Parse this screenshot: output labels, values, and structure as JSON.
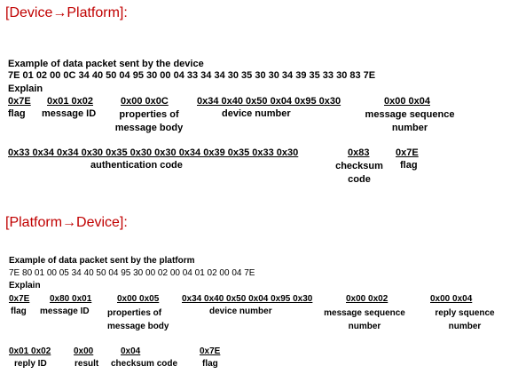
{
  "section1": {
    "title": "[Device→Platform]:",
    "intro": "Example of data packet sent by the device",
    "packet_lead": "7",
    "packet_lead_bold": "E",
    "packet_mid": " 01 02 00 0",
    "packet_mid_bold": "C",
    "packet_rest": " 34 40 50 04 95 30 00 04 33 34 34 30 35 30 30 34 39 35 33 30 83 7",
    "packet_tail_bold": "E",
    "explain": "Explain",
    "fields": [
      {
        "hex": "0x7E",
        "desc": "flag"
      },
      {
        "hex": "0x01 0x02",
        "desc": "message ID"
      },
      {
        "hex": "0x00 0x0C",
        "desc": "properties of message body"
      },
      {
        "hex": "0x34 0x40 0x50 0x04 0x95 0x30",
        "desc": "device number"
      },
      {
        "hex": "0x00 0x04",
        "desc": "message sequence number"
      }
    ],
    "fields2": [
      {
        "hex": "0x33 0x34 0x34 0x30 0x35 0x30 0x30 0x34 0x39 0x35 0x33 0x30",
        "desc": "authentication code"
      },
      {
        "hex": "0x83",
        "desc": "checksum code"
      },
      {
        "hex": "0x7E",
        "desc": "flag"
      }
    ]
  },
  "section2": {
    "title": "[Platform→Device]:",
    "intro": "Example of data packet sent by the platform",
    "packet": "7E 80 01 00 05 34 40 50 04 95 30 00 02 00 04 01 02 00 04 7E",
    "explain": "Explain",
    "fields": [
      {
        "hex": "0x7E",
        "desc": "flag"
      },
      {
        "hex": "0x80 0x01",
        "desc": "message ID"
      },
      {
        "hex": "0x00 0x05",
        "desc": "properties of message body"
      },
      {
        "hex": "0x34 0x40 0x50 0x04 0x95 0x30",
        "desc": "device number"
      },
      {
        "hex": "0x00 0x02",
        "desc": "message sequence number"
      },
      {
        "hex": "0x00 0x04",
        "desc": "reply squence number"
      }
    ],
    "fields2": [
      {
        "hex": "0x01 0x02",
        "desc": "reply ID"
      },
      {
        "hex": "0x00",
        "desc": "result"
      },
      {
        "hex": "0x04",
        "desc": "checksum code"
      },
      {
        "hex": "0x7E",
        "desc": "flag"
      }
    ]
  }
}
